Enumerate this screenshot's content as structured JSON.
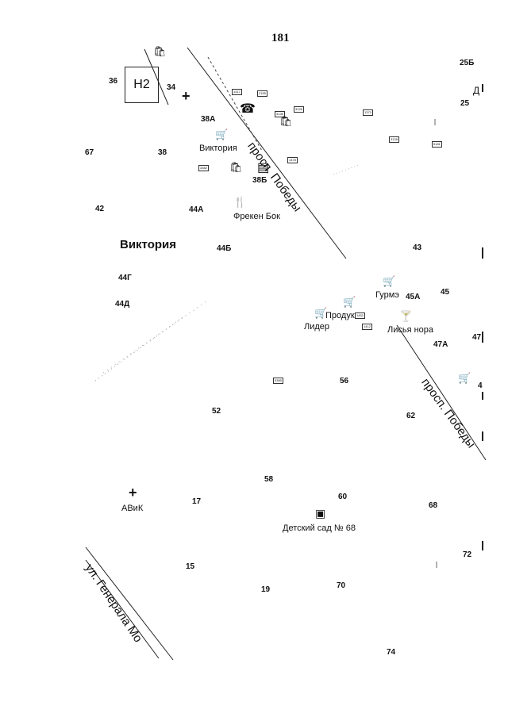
{
  "page": {
    "number": "181",
    "grid_cell": "Н2"
  },
  "places": {
    "viktoria_district": "Виктория",
    "viktoria_shop": "Виктория",
    "freken_bok": "Фрекен Бок",
    "gurme": "Гурмэ",
    "produkty": "Продукты",
    "lider": "Лидер",
    "lisya_nora": "Лисья нора",
    "avik": "АВиК",
    "kindergarten": "Детский сад № 68",
    "edge_text": "Д"
  },
  "streets": {
    "pobedy_top": "просп. Победы",
    "pobedy_bottom": "просп. Победы",
    "generala": "ул. Генерала Мо"
  },
  "house_numbers": {
    "n25b": "25Б",
    "n25": "25",
    "n36": "36",
    "n34": "34",
    "n38a": "38А",
    "n67": "67",
    "n38": "38",
    "n38b": "38Б",
    "n42": "42",
    "n44a": "44А",
    "n44b": "44Б",
    "n43": "43",
    "n44g": "44Г",
    "n44d": "44Д",
    "n45a": "45А",
    "n45": "45",
    "n47a": "47А",
    "n47": "47",
    "n56": "56",
    "n4": "4",
    "n52": "52",
    "n62": "62",
    "n58": "58",
    "n60": "60",
    "n17": "17",
    "n68": "68",
    "n15": "15",
    "n72": "72",
    "n19": "19",
    "n70": "70",
    "n74": "74"
  },
  "bus_stops": {
    "s1": "1417",
    "s2": "2155",
    "s3": "3136",
    "s4": "3128",
    "s5": "5181",
    "s6": "1373",
    "s7": "3382",
    "s8": "1478",
    "s9": "1452",
    "s10": "1412",
    "s11": "5385"
  },
  "icons": {
    "shop": "shopping-cart-icon",
    "bag": "shopping-bag-icon",
    "pharmacy": "medical-cross-icon",
    "cafe": "cocktail-icon",
    "restaurant": "cutlery-icon",
    "phone": "telephone-icon",
    "kindergarten": "kindergarten-icon"
  }
}
